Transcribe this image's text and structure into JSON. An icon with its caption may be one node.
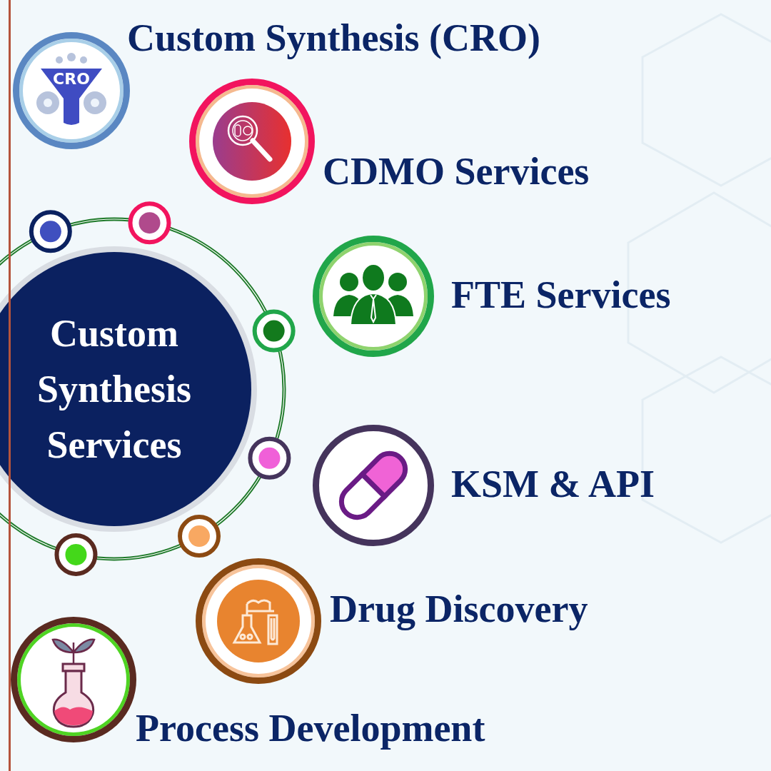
{
  "diagram": {
    "nodes": [
      {
        "text": [
          "Custom Synthesis Services"
        ]
      },
      {
        "text": [
          "Custom Synthesis (CRO)"
        ]
      },
      {
        "text": [
          "CDMO Services"
        ]
      },
      {
        "text": [
          "FTE Services"
        ]
      },
      {
        "text": [
          "KSM & API"
        ]
      },
      {
        "text": [
          "Drug Discovery"
        ]
      },
      {
        "text": [
          "Process Development"
        ]
      }
    ],
    "labels": [
      "CRO"
    ]
  }
}
